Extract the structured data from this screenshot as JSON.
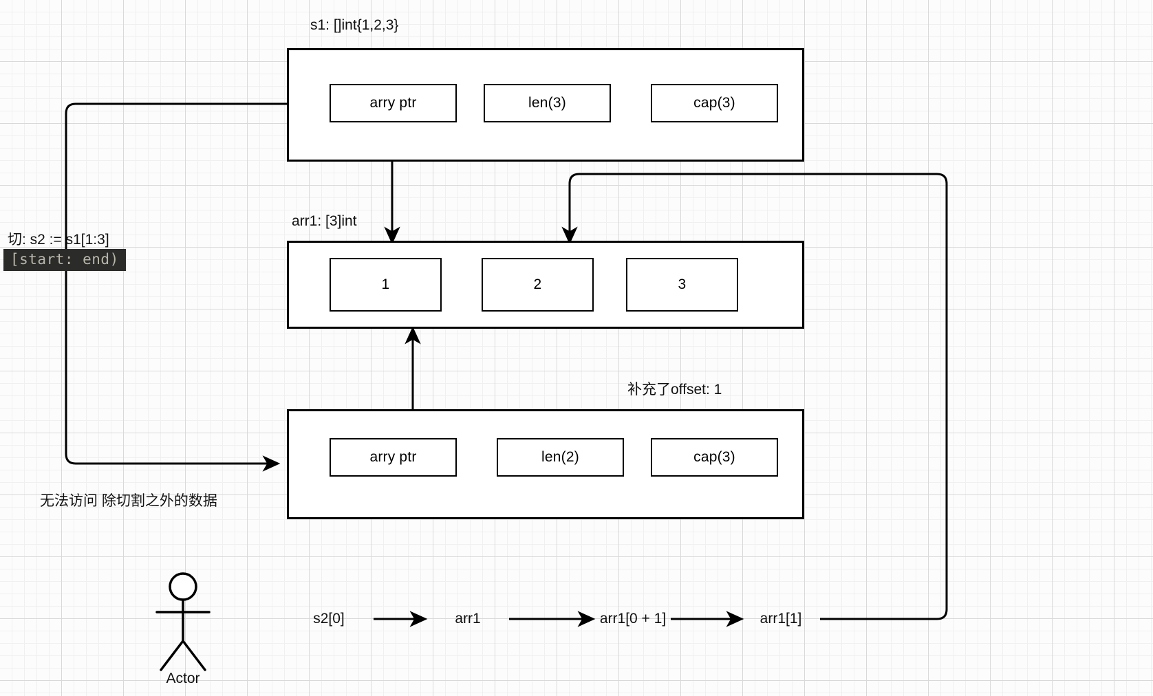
{
  "diagram": {
    "title_s1": "s1: []int{1,2,3}",
    "title_arr": "arr1: [3]int",
    "note_offset": "补充了offset: 1",
    "note_slice_expr": "切:  s2 := s1[1:3]",
    "code_range": "[start: end)",
    "note_no_access": "无法访问 除切割之外的数据"
  },
  "s1_header": {
    "fields": [
      {
        "label": "arry ptr"
      },
      {
        "label": "len(3)"
      },
      {
        "label": "cap(3)"
      }
    ]
  },
  "s2_header": {
    "fields": [
      {
        "label": "arry ptr"
      },
      {
        "label": "len(2)"
      },
      {
        "label": "cap(3)"
      }
    ]
  },
  "array": {
    "cells": [
      {
        "label": "1"
      },
      {
        "label": "2"
      },
      {
        "label": "3"
      }
    ]
  },
  "flow": {
    "nodes": [
      {
        "label": "s2[0]"
      },
      {
        "label": "arr1"
      },
      {
        "label": "arr1[0 + 1]"
      },
      {
        "label": "arr1[1]"
      }
    ]
  },
  "actor": {
    "caption": "Actor"
  },
  "colors": {
    "stroke": "#000000",
    "box_fill": "#ffffff",
    "chip_bg": "#2b2b29",
    "chip_fg": "#b9b6ab",
    "grid_major": "#d9d9d9",
    "grid_minor": "#f0f0f0",
    "canvas": "#fcfcfc"
  }
}
